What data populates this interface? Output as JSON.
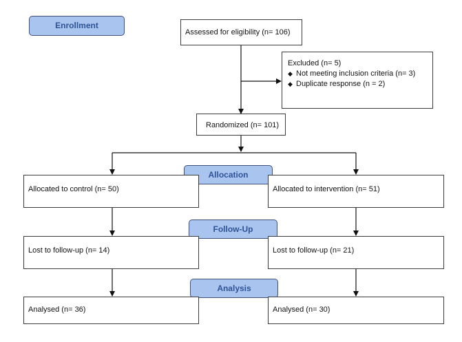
{
  "stages": {
    "enrollment": "Enrollment",
    "allocation": "Allocation",
    "follow_up": "Follow-Up",
    "analysis": "Analysis"
  },
  "assessed": "Assessed for eligibility (n= 106)",
  "excluded": {
    "title": "Excluded (n= 5)",
    "items": [
      "Not meeting inclusion criteria (n=  3)",
      "Duplicate response (n = 2)"
    ]
  },
  "randomized": "Randomized (n= 101)",
  "control": {
    "allocated": "Allocated to control (n= 50)",
    "lost": "Lost to follow-up (n= 14)",
    "analysed": "Analysed (n= 36)"
  },
  "intervention": {
    "allocated": "Allocated to intervention (n= 51)",
    "lost": "Lost to follow-up (n= 21)",
    "analysed": "Analysed (n= 30)"
  }
}
